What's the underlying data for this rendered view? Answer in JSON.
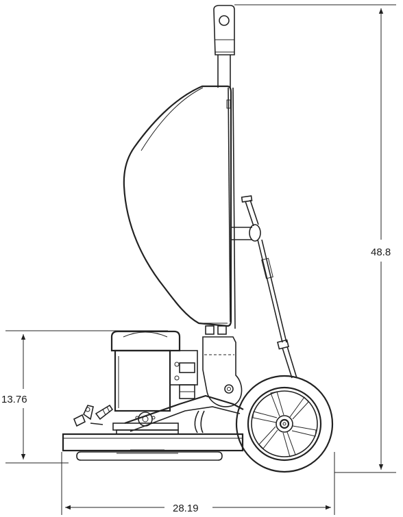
{
  "dimensions": {
    "height_total": "48.8",
    "height_base": "13.76",
    "width_total": "28.19"
  },
  "colors": {
    "line": "#222222",
    "background": "#ffffff"
  }
}
